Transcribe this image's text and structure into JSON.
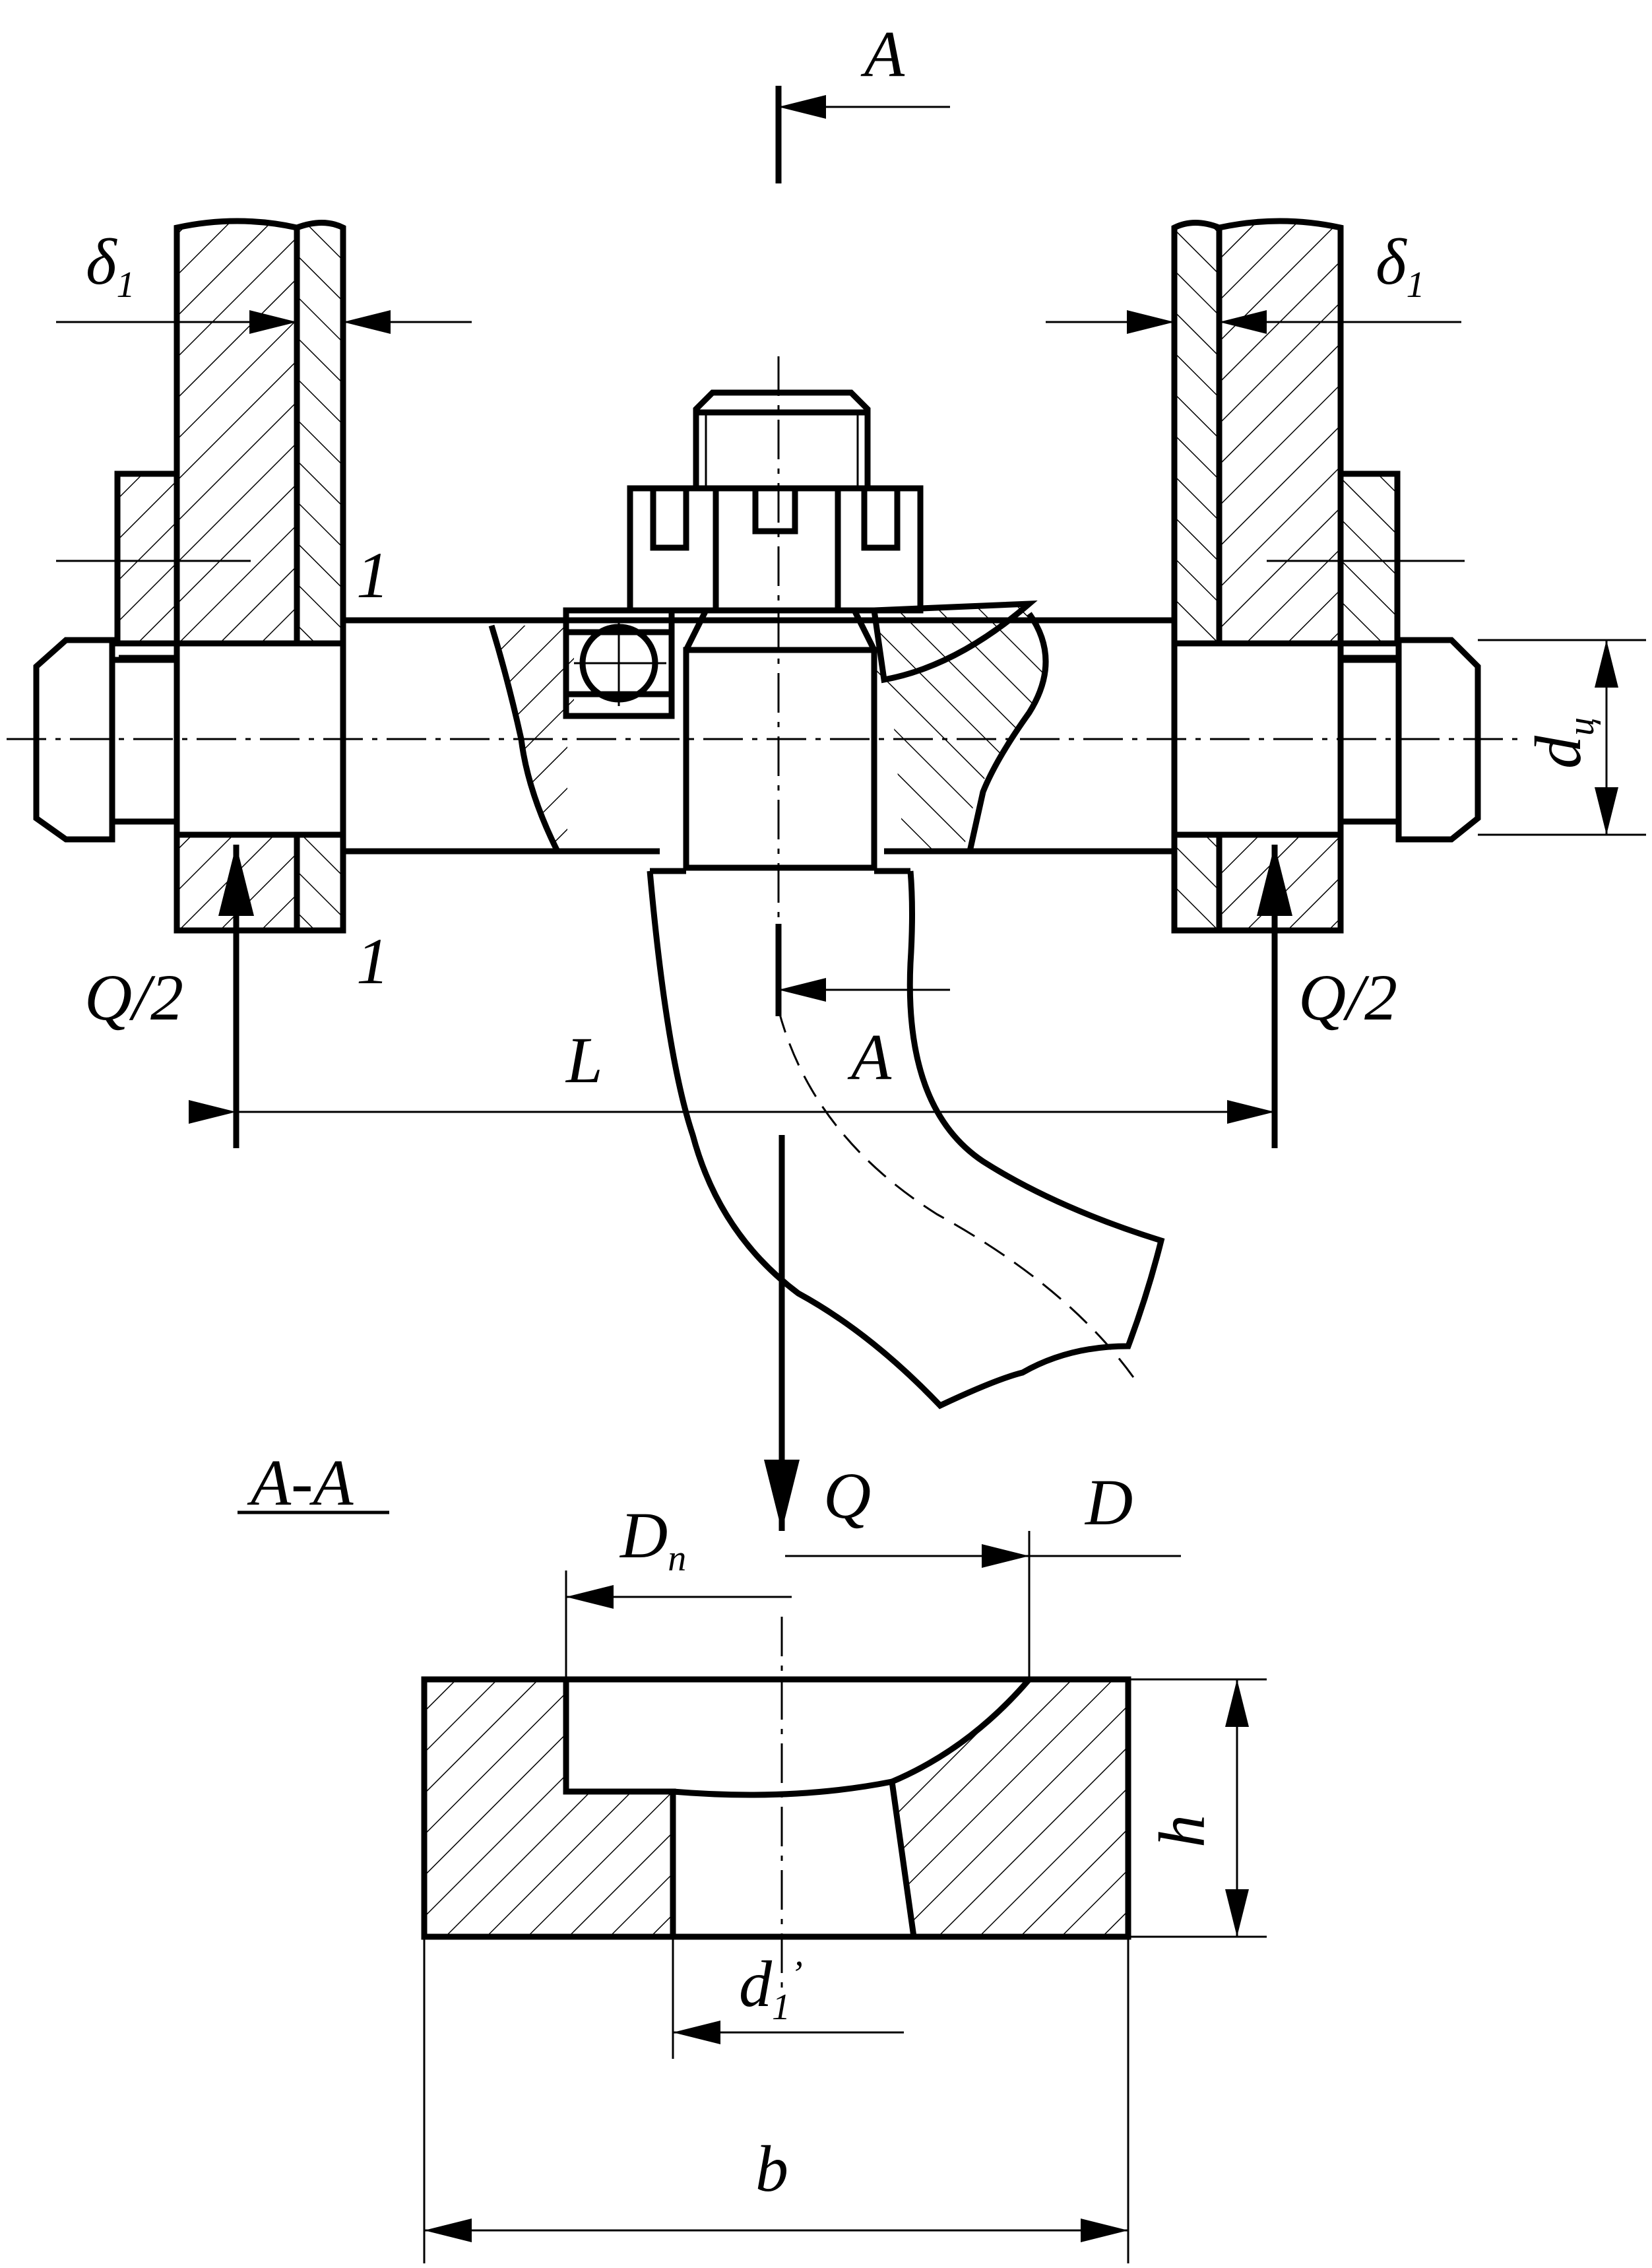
{
  "labels": {
    "section_mark_top": "A",
    "section_mark_bottom": "A",
    "delta_left": "δ",
    "delta_left_sub": "1",
    "delta_right": "δ",
    "delta_right_sub": "1",
    "section_line_top": "1",
    "section_line_bottom": "1",
    "force_left": "Q/2",
    "force_right": "Q/2",
    "span": "L",
    "pin_diameter": "d",
    "pin_diameter_sub": "ц",
    "load": "Q",
    "section_title": "A-A",
    "outer_diameter": "D",
    "groove_diameter": "D",
    "groove_diameter_sub": "n",
    "height": "h",
    "inner_diameter": "d",
    "inner_diameter_sub": "1",
    "inner_diameter_prime": "’",
    "width": "b"
  }
}
